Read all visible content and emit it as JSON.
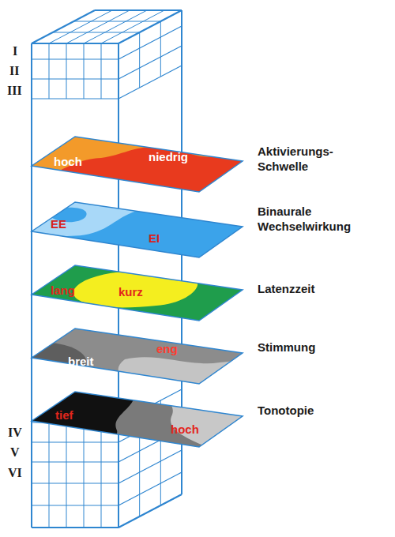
{
  "diagram": {
    "nodes": [
      {
        "text": [
          "hoch",
          "niedrig"
        ]
      },
      {
        "text": [
          "EE",
          "EI"
        ]
      },
      {
        "text": [
          "lang",
          "kurz"
        ]
      },
      {
        "text": [
          "breit",
          "eng"
        ]
      },
      {
        "text": [
          "tief",
          "hoch"
        ]
      }
    ],
    "labels": [
      "I",
      "II",
      "III",
      "Aktivierungs- Schwelle",
      "Binaurale Wechselwirkung",
      "Latenzzeit",
      "Stimmung",
      "Tonotopie",
      "IV",
      "V",
      "VI"
    ]
  }
}
